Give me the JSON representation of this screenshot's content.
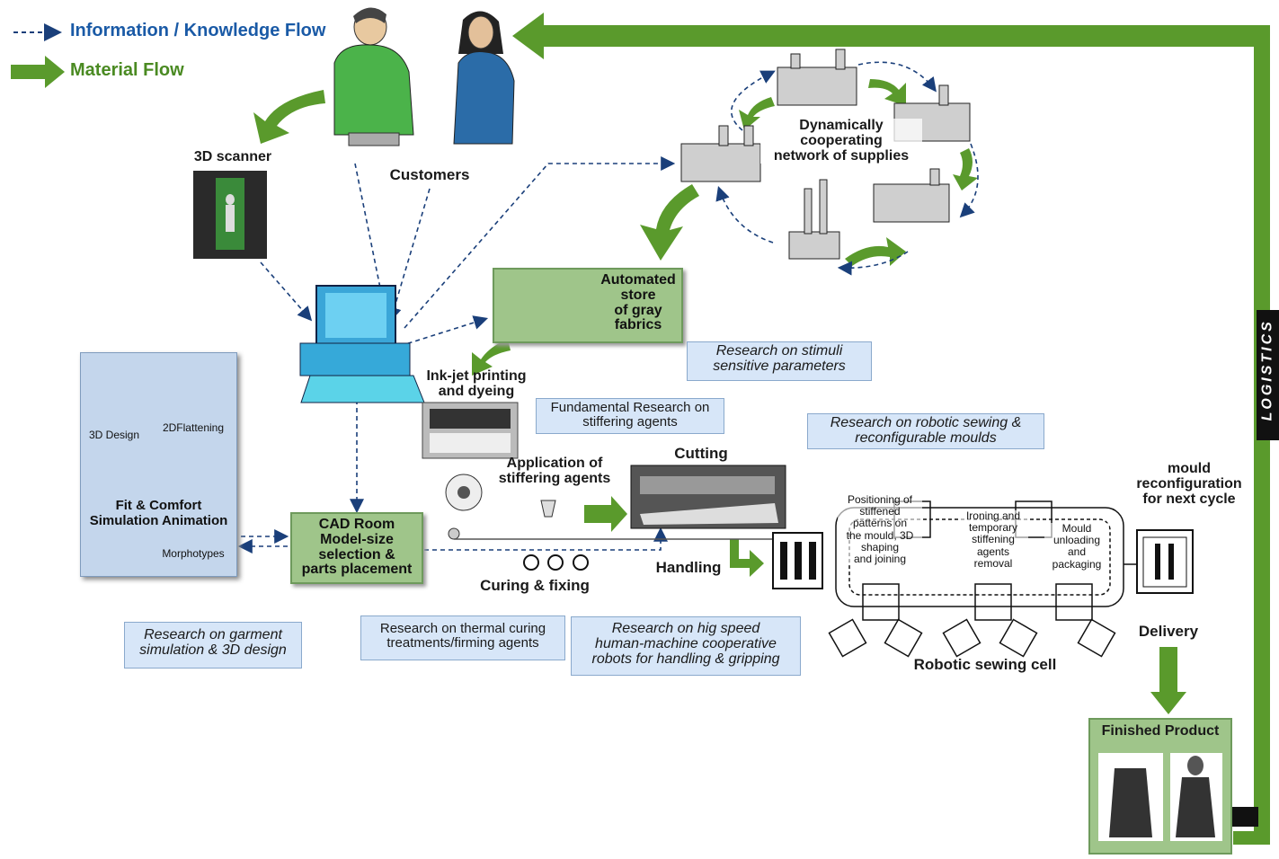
{
  "legend": {
    "info_flow": "Information / Knowledge Flow",
    "material_flow": "Material Flow"
  },
  "labels": {
    "scanner": "3D scanner",
    "customers": "Customers",
    "network": "Dynamically\ncooperating\nnetwork of supplies",
    "store": "Automated\nstore\nof gray\nfabrics",
    "inkjet": "Ink-jet printing\nand dyeing",
    "application": "Application of\nstiffering agents",
    "cutting": "Cutting",
    "curing": "Curing & fixing",
    "handling": "Handling",
    "cad": "CAD Room\nModel-size\nselection &\nparts placement",
    "mould": "mould\nreconfiguration\nfor next cycle",
    "delivery": "Delivery",
    "robotic_cell": "Robotic sewing cell",
    "finished": "Finished Product",
    "logistics": "LOGISTICS"
  },
  "design_panel": {
    "design3d": "3D Design",
    "flattening": "2DFlattening",
    "fit": "Fit & Comfort\nSimulation Animation",
    "morpho": "Morphotypes"
  },
  "cell_steps": {
    "positioning": "Positioning of\nstiffened\npatterns on\nthe mould, 3D\nshaping\nand joining",
    "ironing": "Ironing and\ntemporary\nstiffening\nagents\nremoval",
    "unloading": "Mould\nunloading\nand\npackaging"
  },
  "callouts": {
    "stimuli": "Research on stimuli\nsensitive parameters",
    "fundamental": "Fundamental Research on\nstiffering agents",
    "robotic": "Research on robotic sewing &\nreconfigurable moulds",
    "garment": "Research on garment\nsimulation & 3D design",
    "thermal": "Research on thermal curing\ntreatments/firming agents",
    "highspeed": "Research on hig speed\nhuman-machine cooperative\nrobots for handling & gripping"
  },
  "colors": {
    "green_arrow": "#5a9a2c",
    "info_blue": "#1a5aa6",
    "box_green": "#9fc58a",
    "callout_blue": "#d7e6f8",
    "logistics_black": "#111111"
  }
}
